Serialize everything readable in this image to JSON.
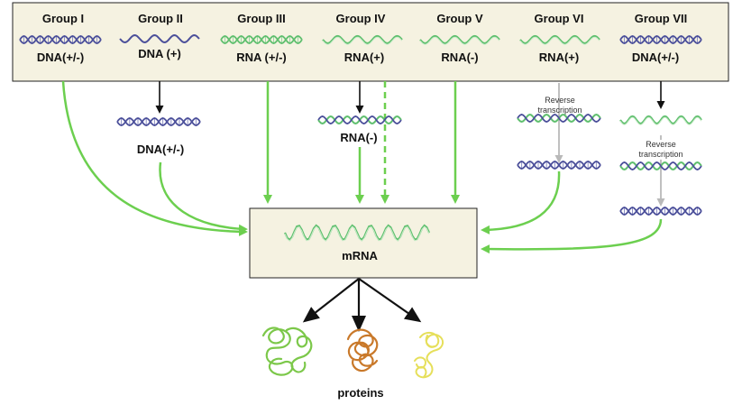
{
  "groups": [
    {
      "name": "Group I",
      "genome": "DNA(+/-)"
    },
    {
      "name": "Group II",
      "genome": "DNA (+)"
    },
    {
      "name": "Group III",
      "genome": "RNA (+/-)"
    },
    {
      "name": "Group IV",
      "genome": "RNA(+)"
    },
    {
      "name": "Group V",
      "genome": "RNA(-)"
    },
    {
      "name": "Group VI",
      "genome": "RNA(+)"
    },
    {
      "name": "Group VII",
      "genome": "DNA(+/-)"
    }
  ],
  "intermediates": {
    "group2": "DNA(+/-)",
    "group4": "RNA(-)",
    "group6_step": "Reverse transcription",
    "group7_step": "Reverse transcription"
  },
  "center": {
    "label": "mRNA"
  },
  "output": {
    "label": "proteins"
  },
  "colors": {
    "arrow_green": "#6ccf4f",
    "arrow_black": "#111111",
    "arrow_grey": "#b9b9b9",
    "box_fill": "#f5f2e1",
    "dna_blue": "#4b4f9a",
    "rna_green": "#5fbf6e",
    "protein_green": "#7cc84a",
    "protein_orange": "#c9792a",
    "protein_yellow": "#e6df5a"
  }
}
